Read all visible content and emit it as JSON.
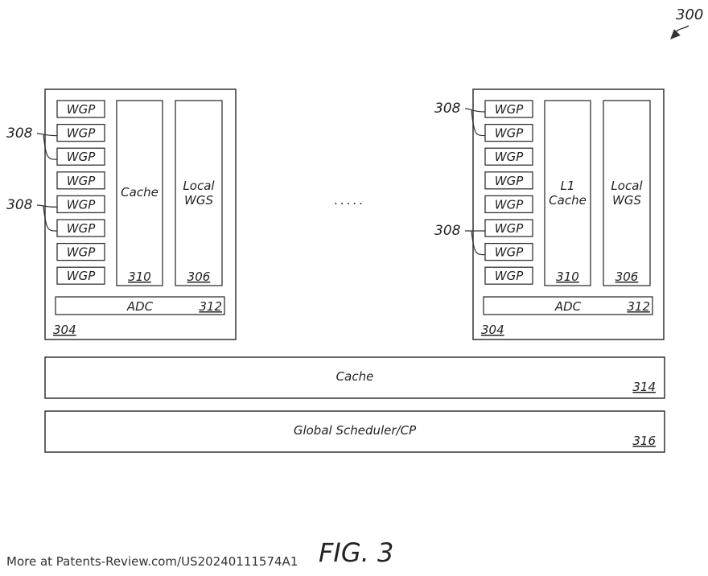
{
  "figure": {
    "number": "300",
    "caption": "FIG. 3",
    "source_note": "More at Patents-Review.com/US20240111574A1"
  },
  "blocks": [
    {
      "ref": "304",
      "wgp_label": "WGP",
      "wgp_count": 8,
      "cache_label": [
        "Cache"
      ],
      "cache_ref": "310",
      "wgs_label": [
        "Local",
        "WGS"
      ],
      "wgs_ref": "306",
      "adc_label": "ADC",
      "adc_ref": "312",
      "callouts": [
        "308",
        "308"
      ]
    },
    {
      "ref": "304",
      "wgp_label": "WGP",
      "wgp_count": 8,
      "cache_label": [
        "L1",
        "Cache"
      ],
      "cache_ref": "310",
      "wgs_label": [
        "Local",
        "WGS"
      ],
      "wgs_ref": "306",
      "adc_label": "ADC",
      "adc_ref": "312",
      "callouts": [
        "308",
        "308"
      ]
    }
  ],
  "ellipsis": ".....",
  "shared_cache": {
    "label": "Cache",
    "ref": "314"
  },
  "global_scheduler": {
    "label": "Global Scheduler/CP",
    "ref": "316"
  }
}
